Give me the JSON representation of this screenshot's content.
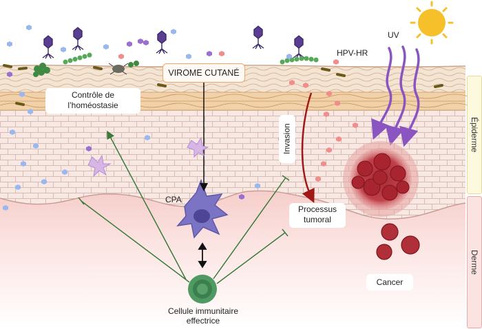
{
  "labels": {
    "virome": "VIROME CUTANÉ",
    "homeostasis": "Contrôle de\nl’homéostasie",
    "invasion": "Invasion",
    "tumor_process": "Processus\ntumoral",
    "cancer": "Cancer",
    "cpa": "CPA",
    "effector_cell": "Cellule immunitaire\neffectrice",
    "hpv": "HPV-HR",
    "uv": "UV",
    "epidermis": "Épiderme",
    "dermis": "Derme"
  },
  "colors": {
    "skin_cells": "#f6e6e1",
    "cell_lines": "#d9bdb3",
    "dermis": "#f3c9c5",
    "keratin": "#f4dfc8",
    "arrow_green": "#3b7a3b",
    "arrow_red": "#a01818",
    "uv_purple": "#8a55c0",
    "sun": "#f5c02a",
    "tumor": "#b0303a",
    "apc": "#7b74c4",
    "effector": "#4f9a63",
    "epidermis_bar": "#fdf9df",
    "dermis_bar": "#fbe3e2"
  }
}
